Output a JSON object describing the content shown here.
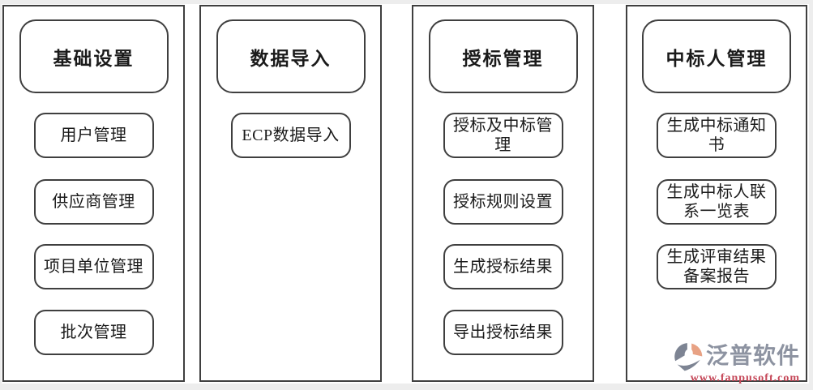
{
  "canvas": {
    "background": "#ffffff",
    "frame_color": "#ededed",
    "box_border_color": "#3f3f3f"
  },
  "columns": [
    {
      "id": "basic-settings",
      "title": "基础设置",
      "items": [
        "用户管理",
        "供应商管理",
        "项目单位管理",
        "批次管理"
      ]
    },
    {
      "id": "data-import",
      "title": "数据导入",
      "items": [
        "ECP数据导入"
      ]
    },
    {
      "id": "award-management",
      "title": "授标管理",
      "items": [
        "授标及中标管理",
        "授标规则设置",
        "生成授标结果",
        "导出授标结果"
      ]
    },
    {
      "id": "winner-management",
      "title": "中标人管理",
      "items": [
        "生成中标通知书",
        "生成中标人联系一览表",
        "生成评审结果备案报告"
      ]
    }
  ],
  "watermark": {
    "brand": "泛普软件",
    "url": "www.fanpusoft.com",
    "brand_color": "#8d93a1",
    "url_color": "#c54758",
    "logo_gray": "#7d8493",
    "logo_salmon": "#e8a284"
  }
}
